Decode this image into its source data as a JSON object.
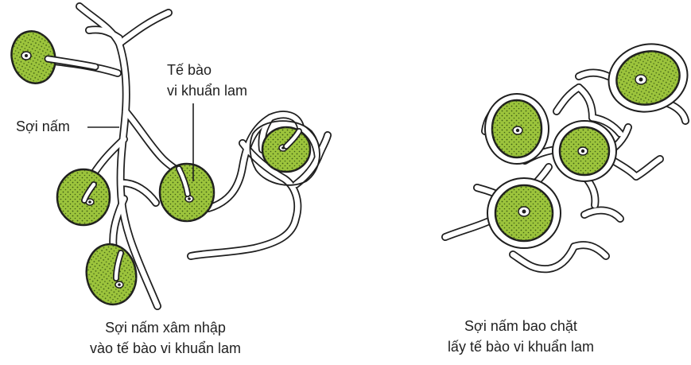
{
  "labels": {
    "fungal_hypha": "Sợi nấm",
    "cyanobacteria_cell_line1": "Tế bào",
    "cyanobacteria_cell_line2": "vi khuẩn lam"
  },
  "captions": {
    "left_line1": "Sợi nấm xâm nhập",
    "left_line2": "vào tế bào vi khuẩn lam",
    "right_line1": "Sợi nấm bao chặt",
    "right_line2": "lấy tế bào vi khuẩn lam"
  },
  "colors": {
    "cell_fill": "#9cc43c",
    "cell_stroke": "#1f1f1f",
    "cell_dots": "#3f5f14",
    "hypha_stroke": "#1f1f1f",
    "hypha_fill": "#ffffff",
    "text": "#1f1f1f"
  }
}
